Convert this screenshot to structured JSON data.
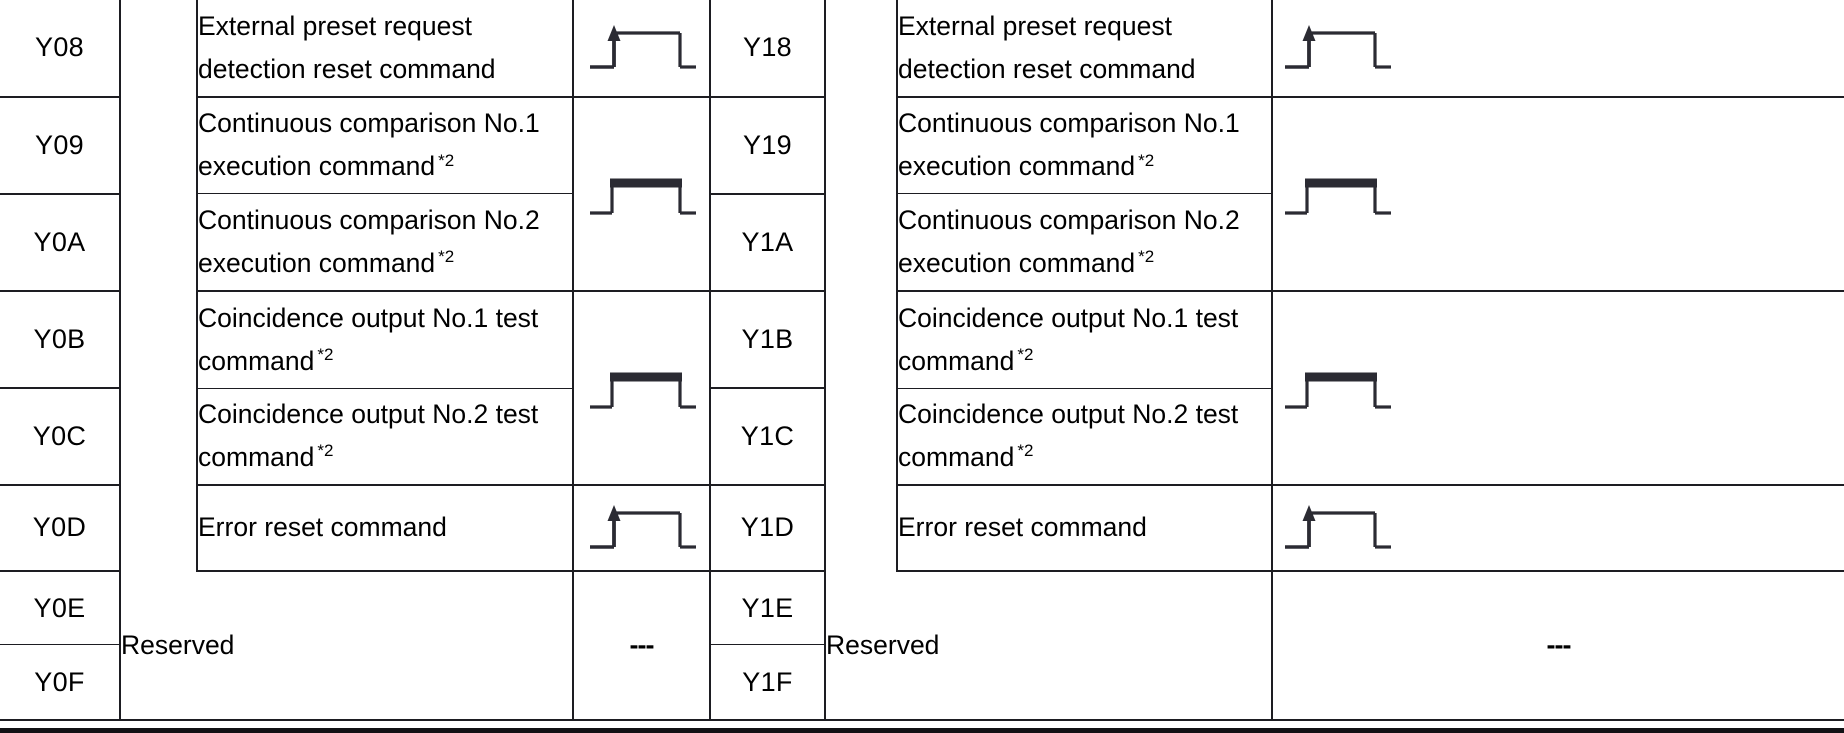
{
  "table": {
    "kind": "io-signal-reference",
    "signal_types": {
      "rising_pulse": "rising-edge-pulse-waveform",
      "level": "level-plateau-waveform",
      "none": "---"
    },
    "footnote_marker": "*2",
    "reserved_label": "Reserved",
    "colors": {
      "device_cell_background": "#d9d9d9",
      "rule_line": "#1d1d22",
      "page_background": "#ffffff",
      "text": "#000000"
    },
    "left": {
      "devices": [
        "Y08",
        "Y09",
        "Y0A",
        "Y0B",
        "Y0C",
        "Y0D",
        "Y0E",
        "Y0F"
      ],
      "rows": [
        {
          "device": "Y08",
          "line1": "External preset request",
          "line2": "detection reset command",
          "note": "",
          "signal": "rising_pulse"
        },
        {
          "device": "Y09",
          "line1": "Continuous comparison No.1",
          "line2": "execution command",
          "note": "*2",
          "signal": "level"
        },
        {
          "device": "Y0A",
          "line1": "Continuous comparison No.2",
          "line2": "execution command",
          "note": "*2",
          "signal": "level"
        },
        {
          "device": "Y0B",
          "line1": "Coincidence output No.1 test",
          "line2": "command",
          "note": "*2",
          "signal": "level"
        },
        {
          "device": "Y0C",
          "line1": "Coincidence output No.2 test",
          "line2": "command",
          "note": "*2",
          "signal": "level"
        },
        {
          "device": "Y0D",
          "line1": "Error reset command",
          "line2": "",
          "note": "",
          "signal": "rising_pulse"
        },
        {
          "device": "Y0E",
          "line1": "Reserved",
          "line2": "",
          "note": "",
          "signal": "none"
        },
        {
          "device": "Y0F",
          "line1": "Reserved",
          "line2": "",
          "note": "",
          "signal": "none"
        }
      ],
      "reserved_text": "Reserved",
      "reserved_signal_text": "---"
    },
    "right": {
      "devices": [
        "Y18",
        "Y19",
        "Y1A",
        "Y1B",
        "Y1C",
        "Y1D",
        "Y1E",
        "Y1F"
      ],
      "rows": [
        {
          "device": "Y18",
          "line1": "External preset request",
          "line2": "detection reset command",
          "note": "",
          "signal": "rising_pulse"
        },
        {
          "device": "Y19",
          "line1": "Continuous comparison No.1",
          "line2": "execution command",
          "note": "*2",
          "signal": "level"
        },
        {
          "device": "Y1A",
          "line1": "Continuous comparison No.2",
          "line2": "execution command",
          "note": "*2",
          "signal": "level"
        },
        {
          "device": "Y1B",
          "line1": "Coincidence output No.1 test",
          "line2": "command",
          "note": "*2",
          "signal": "level"
        },
        {
          "device": "Y1C",
          "line1": "Coincidence output No.2 test",
          "line2": "command",
          "note": "*2",
          "signal": "level"
        },
        {
          "device": "Y1D",
          "line1": "Error reset command",
          "line2": "",
          "note": "",
          "signal": "rising_pulse"
        },
        {
          "device": "Y1E",
          "line1": "Reserved",
          "line2": "",
          "note": "",
          "signal": "none"
        },
        {
          "device": "Y1F",
          "line1": "Reserved",
          "line2": "",
          "note": "",
          "signal": "none"
        }
      ],
      "reserved_text": "Reserved",
      "reserved_signal_text": "---"
    }
  }
}
